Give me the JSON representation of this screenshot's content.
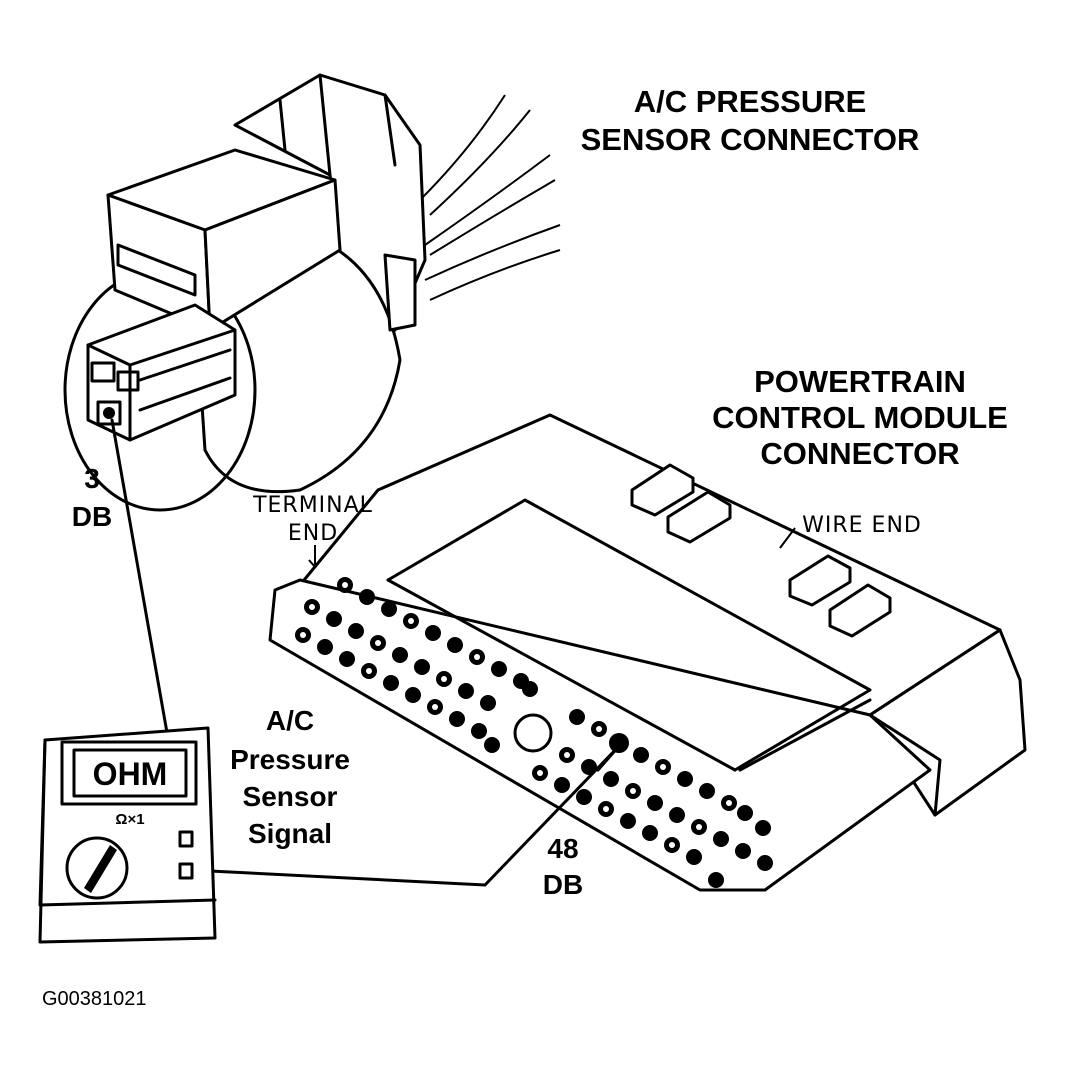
{
  "labels": {
    "sensor_connector": [
      "A/C PRESSURE",
      "SENSOR CONNECTOR"
    ],
    "pcm_connector": [
      "POWERTRAIN",
      "CONTROL MODULE",
      "CONNECTOR"
    ],
    "terminal_end": [
      "TERMINAL",
      "END"
    ],
    "wire_end": "WIRE END",
    "pin_3": [
      "3",
      "DB"
    ],
    "pin_48": [
      "48",
      "DB"
    ],
    "signal": [
      "A/C",
      "Pressure",
      "Sensor",
      "Signal"
    ],
    "meter_display": "OHM",
    "meter_range": "Ω×1",
    "figure_id": "G00381021"
  },
  "colors": {
    "ink": "#000000",
    "paper": "#ffffff"
  },
  "icons": [
    "multimeter-icon",
    "sensor-connector-icon",
    "pcm-connector-icon"
  ]
}
